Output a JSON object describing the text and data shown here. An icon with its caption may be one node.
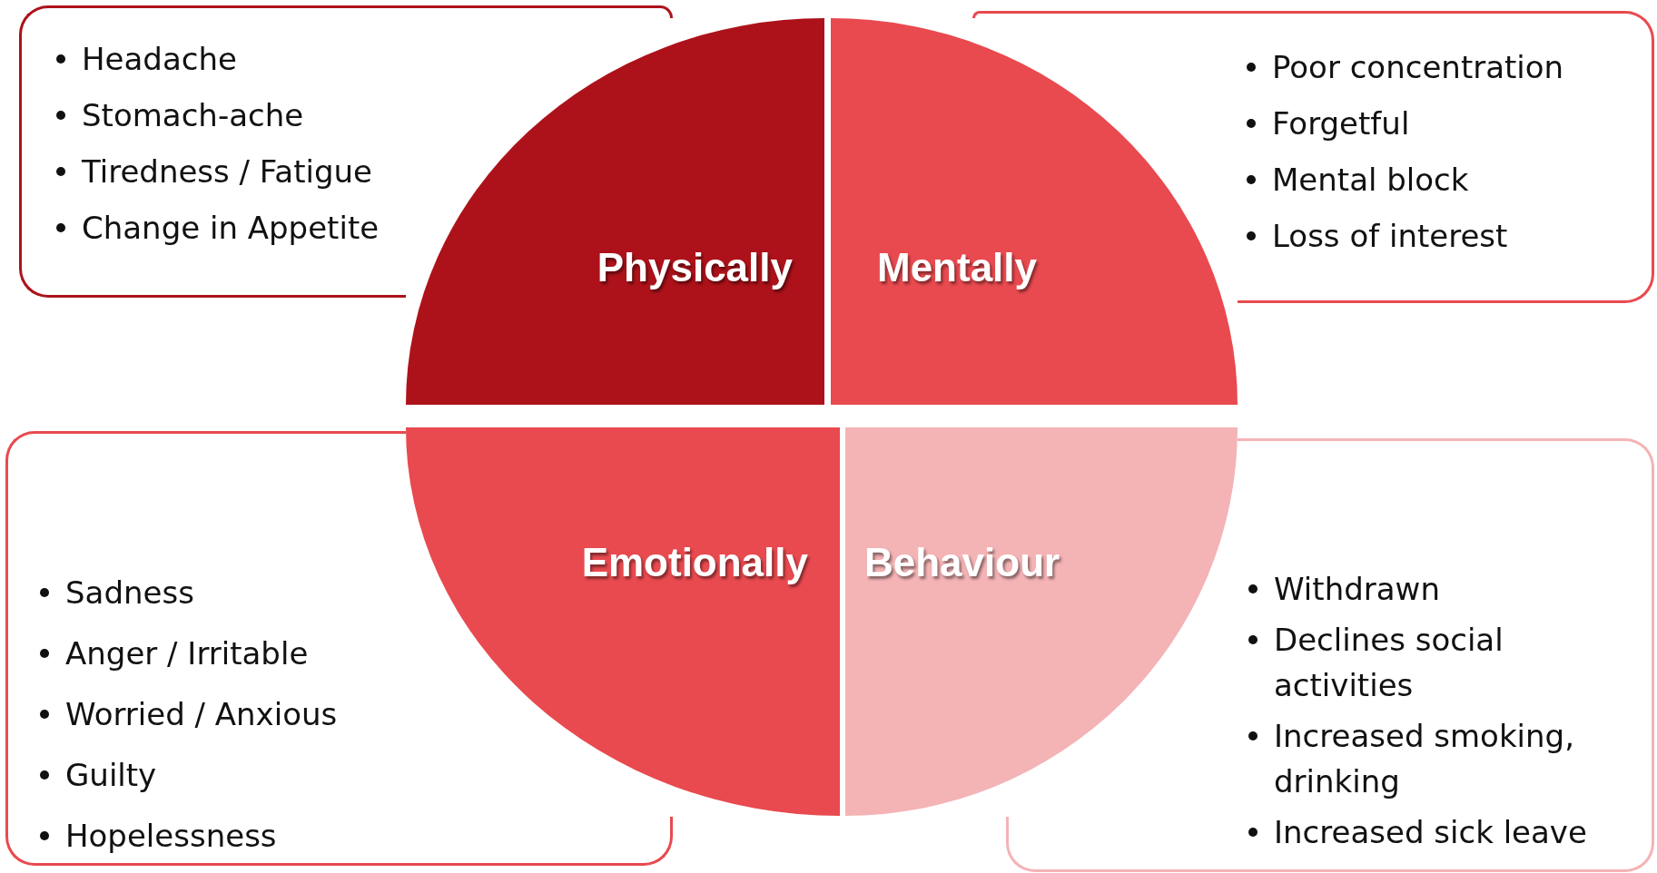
{
  "diagram": {
    "nodes": [
      {
        "text": [
          "Headache",
          "Stomach-ache",
          "Tiredness / Fatigue",
          "Change in Appetite"
        ]
      },
      {
        "text": [
          "Poor concentration",
          "Forgetful",
          "Mental block",
          "Loss of interest"
        ]
      },
      {
        "text": [
          "Physically"
        ]
      },
      {
        "text": [
          "Mentally"
        ]
      },
      {
        "text": [
          "Emotionally"
        ]
      },
      {
        "text": [
          "Behaviour"
        ]
      },
      {
        "text": [
          "Sadness",
          "Anger / Irritable",
          "Worried / Anxious",
          "Guilty",
          "Hopelessness"
        ]
      },
      {
        "text": [
          "Withdrawn",
          "Declines social activities",
          "Increased smoking, drinking",
          "Increased sick leave"
        ]
      }
    ]
  }
}
